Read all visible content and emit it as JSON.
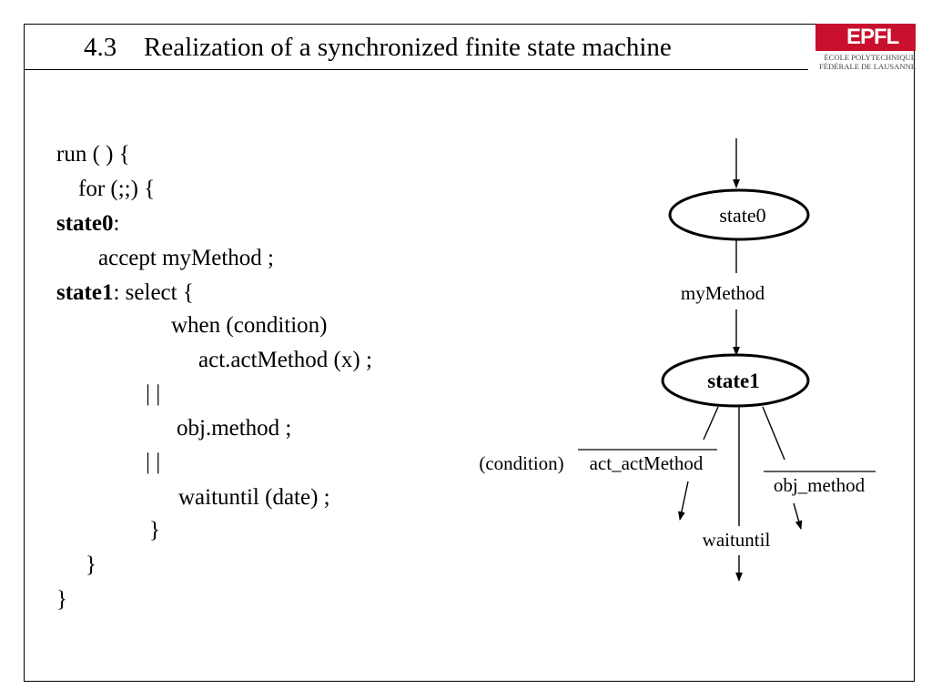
{
  "slide": {
    "number": "4.3",
    "title": "Realization of a synchronized finite state machine",
    "logo": {
      "mark": "EPFL",
      "line1": "ÉCOLE POLYTECHNIQUE",
      "line2": "FÉDÉRALE DE LAUSANNE",
      "color": "#c8102e"
    }
  },
  "code": [
    {
      "text": "run ( ) {"
    },
    {
      "text": "for (;;) {"
    },
    {
      "bold": "state0",
      "text": ":"
    },
    {
      "text": "accept myMethod ;"
    },
    {
      "bold": "state1",
      "text": ":  select {"
    },
    {
      "text": "when (condition)"
    },
    {
      "text": "act.actMethod (x) ;"
    },
    {
      "text": "| |"
    },
    {
      "text": "obj.method ;"
    },
    {
      "text": "| |"
    },
    {
      "text": "waituntil (date) ;"
    },
    {
      "text": "}"
    },
    {
      "text": "}"
    },
    {
      "text": "}"
    }
  ],
  "diagram": {
    "state0": "state0",
    "state1": "state1",
    "transition1": "myMethod",
    "branch_left_prefix": "(condition)",
    "branch_left": "act_actMethod",
    "branch_right": "obj_method",
    "branch_middle": "waituntil"
  }
}
